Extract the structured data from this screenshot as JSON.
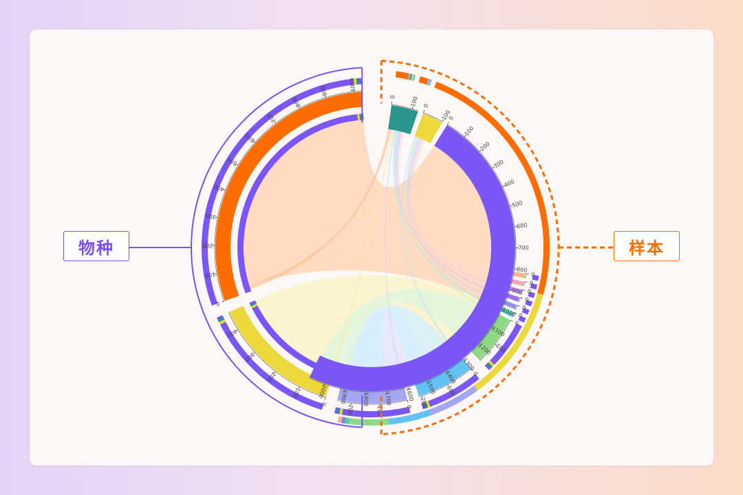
{
  "labels": {
    "species": "物种",
    "sample": "样本"
  },
  "colors": {
    "species_accent": "#7a4ff4",
    "sample_accent": "#ff6b00",
    "purple": "#7b55f5",
    "orange": "#ff6d00",
    "yellow": "#ecd83a",
    "teal": "#2a968c",
    "lavender": "#a3a7f2",
    "skyblue": "#62c2f4",
    "green": "#8ed983"
  },
  "chart_data": {
    "type": "chord",
    "groups_left": [
      {
        "name": "",
        "value": 1030,
        "color": "#ff6d00",
        "tick_labels": [
          "0",
          "100",
          "200",
          "300",
          "400",
          "500",
          "600",
          "700",
          "800",
          "900",
          "1000"
        ]
      },
      {
        "name": "",
        "value": 470,
        "color": "#ecd83a",
        "tick_labels": [
          "0",
          "100",
          "200",
          "300",
          "400"
        ]
      },
      {
        "name": "",
        "value": 250,
        "color": "#a3a7f2",
        "tick_labels": [
          "0",
          "100",
          "200"
        ]
      },
      {
        "name": "",
        "value": 210,
        "color": "#62c2f4",
        "tick_labels": [
          "0",
          "100",
          "200"
        ]
      },
      {
        "name": "",
        "value": 180,
        "color": "#8ed983",
        "tick_labels": [
          "0",
          "100"
        ]
      },
      {
        "name": "",
        "value": 35,
        "color": "#3fd0b6",
        "tick_labels": [
          "0"
        ]
      },
      {
        "name": "",
        "value": 30,
        "color": "#8f8ff0",
        "tick_labels": [
          "0"
        ]
      },
      {
        "name": "",
        "value": 30,
        "color": "#9b6ff0",
        "tick_labels": [
          "0"
        ]
      },
      {
        "name": "",
        "value": 30,
        "color": "#c78ff0",
        "tick_labels": [
          "0"
        ]
      },
      {
        "name": "",
        "value": 30,
        "color": "#f0a8b8",
        "tick_labels": [
          "0"
        ]
      },
      {
        "name": "",
        "value": 30,
        "color": "#f2b48c",
        "tick_labels": [
          "0"
        ]
      }
    ],
    "groups_right": [
      {
        "name": "",
        "value": 130,
        "color": "#2a968c",
        "tick_labels": [
          "0",
          "100"
        ]
      },
      {
        "name": "",
        "value": 100,
        "color": "#ecd83a",
        "tick_labels": [
          "0",
          "100"
        ]
      },
      {
        "name": "",
        "value": 2080,
        "color": "#7b55f5",
        "tick_labels": [
          "0",
          "100",
          "200",
          "300",
          "400",
          "500",
          "600",
          "700",
          "800",
          "900",
          "1000",
          "1100",
          "1200",
          "1300",
          "1400",
          "1500",
          "1600",
          "1700",
          "1800",
          "1900",
          "2000"
        ]
      }
    ],
    "ribbons": [
      {
        "from": 0,
        "to": 2,
        "value": 1000
      },
      {
        "from": 1,
        "to": 2,
        "value": 460
      },
      {
        "from": 2,
        "to": 2,
        "value": 240
      },
      {
        "from": 3,
        "to": 2,
        "value": 200
      },
      {
        "from": 4,
        "to": 2,
        "value": 170
      },
      {
        "from": 0,
        "to": 0,
        "value": 20
      },
      {
        "from": 1,
        "to": 0,
        "value": 12
      },
      {
        "from": 2,
        "to": 0,
        "value": 10
      },
      {
        "from": 3,
        "to": 1,
        "value": 10
      },
      {
        "from": 4,
        "to": 1,
        "value": 10
      },
      {
        "from": 5,
        "to": 0,
        "value": 20
      },
      {
        "from": 6,
        "to": 1,
        "value": 15
      },
      {
        "from": 7,
        "to": 0,
        "value": 15
      },
      {
        "from": 8,
        "to": 1,
        "value": 15
      },
      {
        "from": 9,
        "to": 0,
        "value": 15
      },
      {
        "from": 10,
        "to": 1,
        "value": 15
      }
    ],
    "sample_colors": [
      "#2a968c",
      "#ecd83a",
      "#7b55f5"
    ],
    "species_colors": [
      "#ff6d00",
      "#ecd83a",
      "#a3a7f2",
      "#62c2f4",
      "#8ed983",
      "#3fd0b6",
      "#8f8ff0",
      "#9b6ff0",
      "#c78ff0",
      "#f0a8b8",
      "#f2b48c"
    ]
  }
}
